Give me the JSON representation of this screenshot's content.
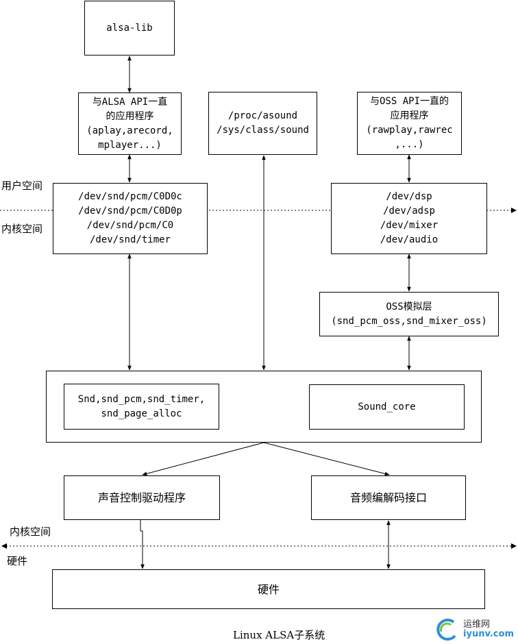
{
  "boxes": {
    "alsa_lib": [
      "alsa-lib"
    ],
    "alsa_app": [
      "与ALSA API一直",
      "的应用程序",
      "(aplay,arecord,",
      "mplayer...)"
    ],
    "proc": [
      "/proc/asound",
      "/sys/class/sound"
    ],
    "oss_app": [
      "与OSS API一直的",
      "应用程序",
      "(rawplay,rawrec",
      ",...)"
    ],
    "alsa_dev": [
      "/dev/snd/pcm/C0D0c",
      "/dev/snd/pcm/C0D0p",
      "/dev/snd/pcm/C0",
      "/dev/snd/timer"
    ],
    "oss_dev": [
      "/dev/dsp",
      "/dev/adsp",
      "/dev/mixer",
      "/dev/audio"
    ],
    "oss_emu": [
      "OSS模拟层",
      "(snd_pcm_oss,snd_mixer_oss)"
    ],
    "snd_core_left": [
      "Snd,snd_pcm,snd_timer,",
      "snd_page_alloc"
    ],
    "sound_core": [
      "Sound_core"
    ],
    "driver": [
      "声音控制驱动程序"
    ],
    "codec": [
      "音频编解码接口"
    ],
    "hardware": [
      "硬件"
    ]
  },
  "labels": {
    "user_space": "用户空间",
    "kernel_space_top": "内核空间",
    "kernel_space_bottom": "内核空间",
    "hardware_side": "硬件",
    "caption": "Linux ALSA子系统"
  },
  "watermark": {
    "line1": "运维网",
    "line2": "iyunv.com"
  }
}
